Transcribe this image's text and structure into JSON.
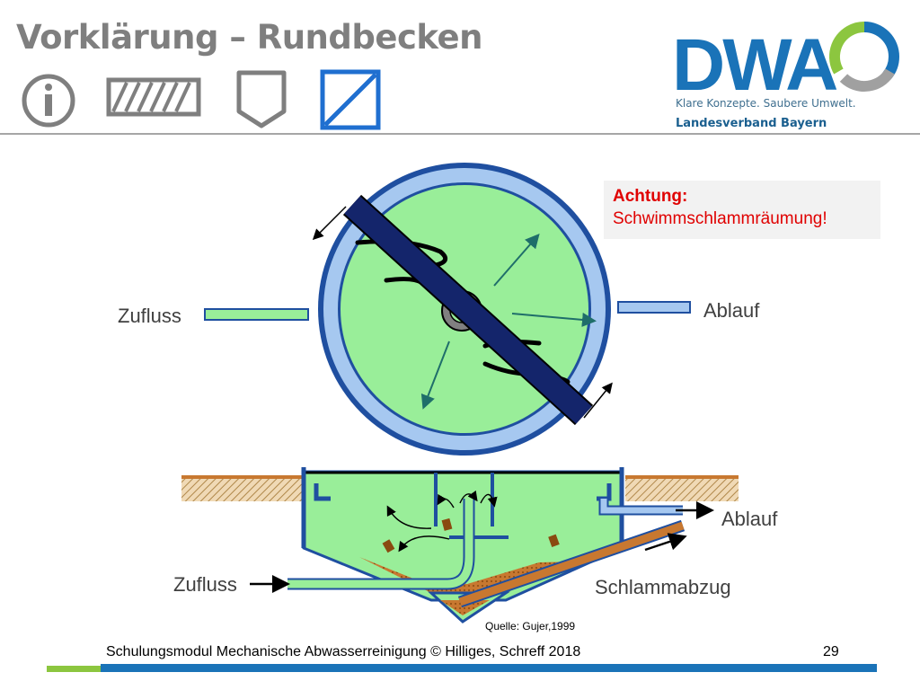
{
  "slide": {
    "title": "Vorklärung – Rundbecken",
    "warning_title": "Achtung:",
    "warning_text": "Schwimmschlammräumung!",
    "source": "Quelle: Gujer,1999",
    "footer": "Schulungsmodul Mechanische Abwasserreinigung © Hilliges, Schreff  2018",
    "page_number": "29"
  },
  "logo": {
    "name": "DWA",
    "tagline": "Klare Konzepte. Saubere Umwelt.",
    "region": "Landesverband Bayern"
  },
  "top_view": {
    "inflow_label": "Zufluss",
    "outflow_label": "Ablauf"
  },
  "section_view": {
    "inflow_label": "Zufluss",
    "outflow_label": "Ablauf",
    "sludge_label": "Schlammabzug"
  },
  "colors": {
    "water": "#99ee99",
    "ring_light": "#a6c8f0",
    "ring_dark": "#1f4fa0",
    "bridge": "#14256b",
    "sludge": "#c87830",
    "ground": "#d4a86a",
    "warning": "#e00000",
    "arrow": "#1f6e6a"
  },
  "icons": [
    "info-icon",
    "hatched-bar-icon",
    "shield-icon",
    "diagonal-square-icon"
  ]
}
